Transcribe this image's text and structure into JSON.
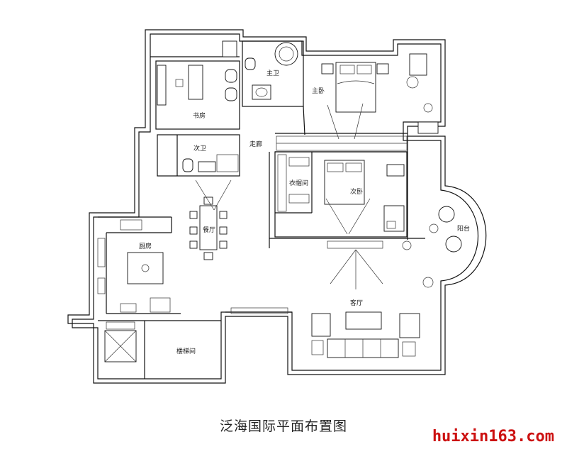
{
  "title": "泛海国际平面布置图",
  "watermark": "huixin163.com",
  "rooms": {
    "study": "书房",
    "master_bath": "主卫",
    "master_bedroom": "主卧",
    "second_bath": "次卫",
    "corridor": "走廊",
    "second_bedroom": "次卧",
    "wardrobe": "衣帽间",
    "dining": "餐厅",
    "kitchen": "厨房",
    "balcony": "阳台",
    "living": "客厅",
    "stair": "楼梯间"
  }
}
